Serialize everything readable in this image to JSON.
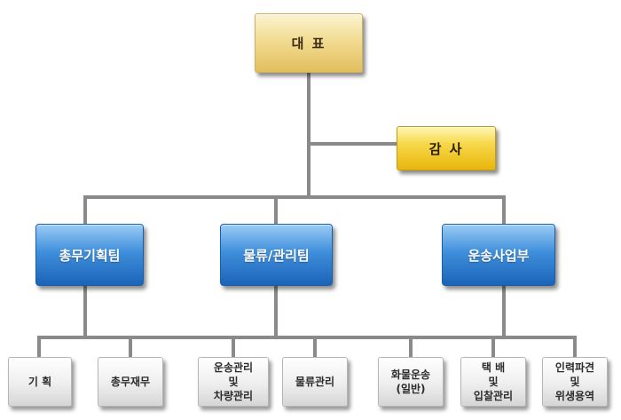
{
  "org_chart": {
    "ceo": "대 표",
    "auditor": "감 사",
    "teams": [
      {
        "label": "총무기획팀",
        "units": [
          "기 획",
          "총무재무"
        ]
      },
      {
        "label": "물류/관리팀",
        "units": [
          "운송관리\n및\n차량관리",
          "물류관리"
        ]
      },
      {
        "label": "운송사업부",
        "units": [
          "화물운송\n(일반)",
          "택   배\n및\n입찰관리",
          "인력파견\n및\n위생용역"
        ]
      }
    ]
  },
  "colors": {
    "connector": "#8a8a8a",
    "executive_box": "#f2dc92",
    "auditor_box": "#f7d84a",
    "team_box": "#3f8fdc",
    "unit_box": "#eeeeee"
  }
}
